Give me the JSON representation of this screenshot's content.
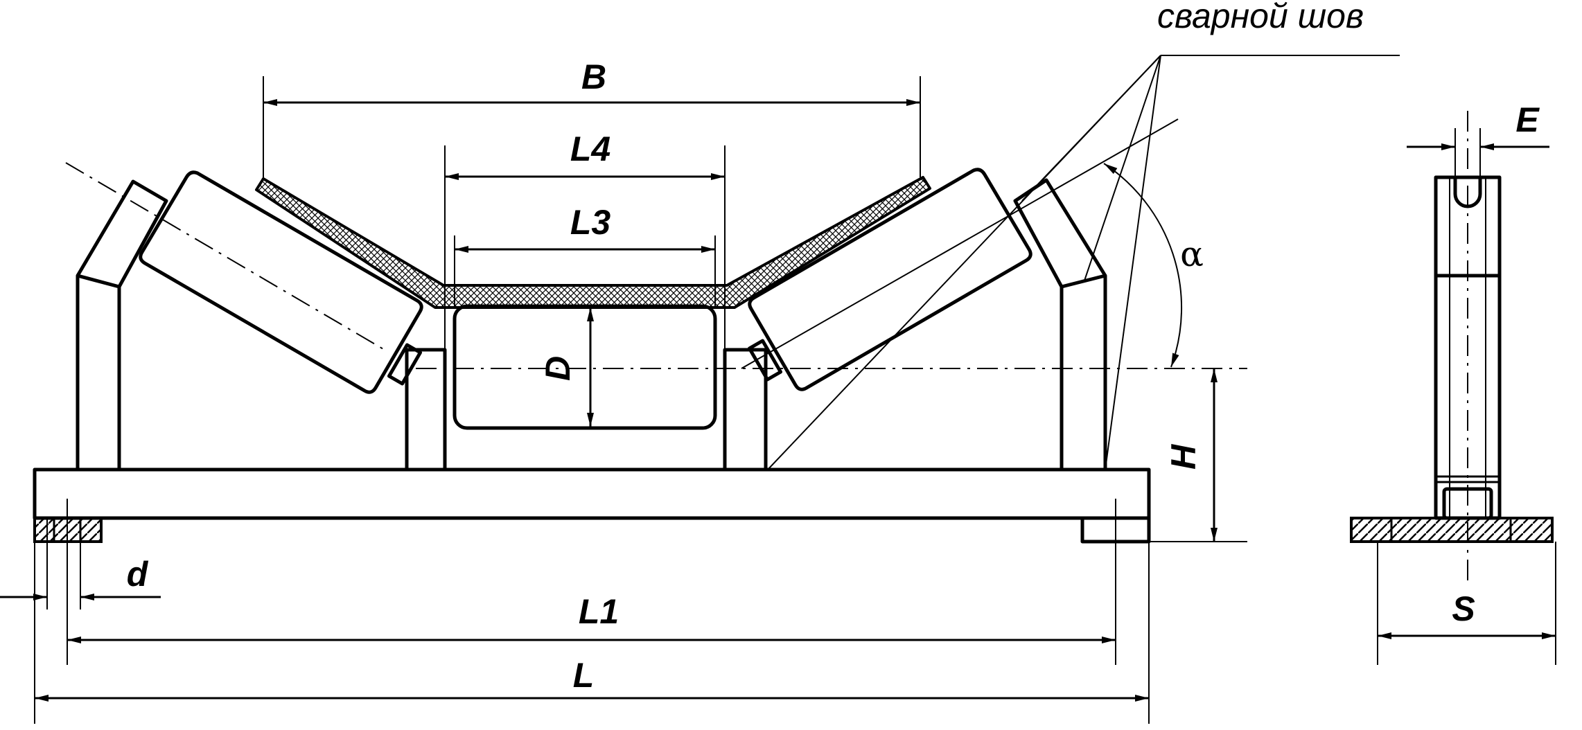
{
  "labels": {
    "B": "B",
    "L4": "L4",
    "L3": "L3",
    "D": "D",
    "H": "H",
    "d": "d",
    "L1": "L1",
    "L": "L",
    "E": "E",
    "S": "S",
    "alpha": "α",
    "weld": "сварной шов"
  }
}
